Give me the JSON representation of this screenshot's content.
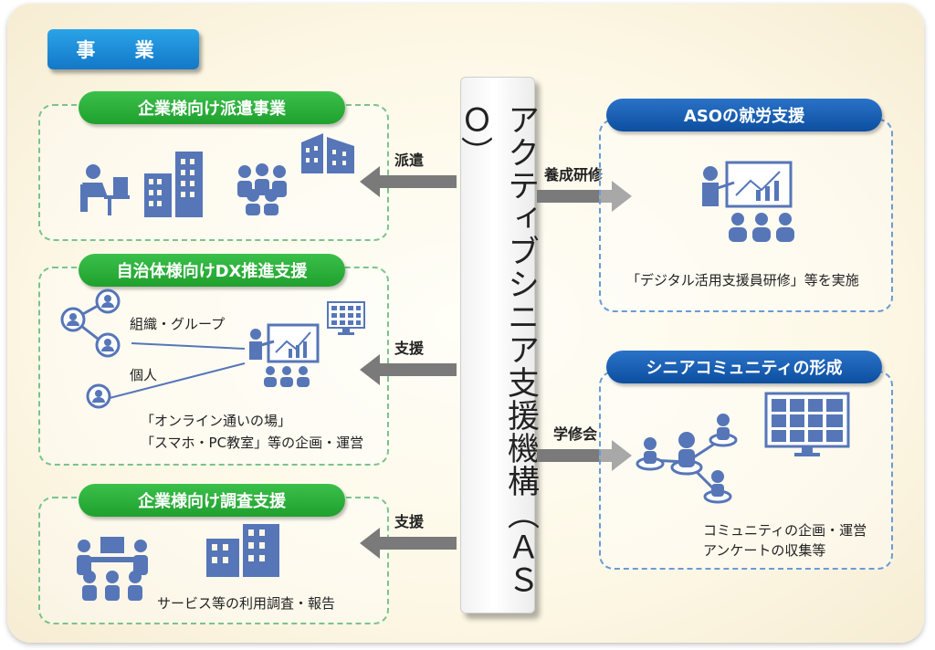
{
  "section_tag": "事 業",
  "central_label": "アクティブシニア支援機構（ＡＳＯ）",
  "left": [
    {
      "title": "企業様向け派遣事業",
      "arrow": "派遣"
    },
    {
      "title": "自治体様向けDX推進支援",
      "arrow": "支援",
      "texts": {
        "group": "組織・グループ",
        "individual": "個人",
        "line1": "「オンライン通いの場」",
        "line2": "「スマホ・PC教室」等の企画・運営"
      }
    },
    {
      "title": "企業様向け調査支援",
      "arrow": "支援",
      "texts": {
        "caption": "サービス等の利用調査・報告"
      }
    }
  ],
  "right": [
    {
      "title": "ASOの就労支援",
      "arrow": "養成研修",
      "texts": {
        "caption": "「デジタル活用支援員研修」等を実施"
      }
    },
    {
      "title": "シニアコミュニティの形成",
      "arrow": "学修会",
      "texts": {
        "line1": "コミュニティの企画・運営",
        "line2": "アンケートの収集等"
      }
    }
  ],
  "colors": {
    "green": "#26a834",
    "blue": "#0f56a8",
    "icon": "#5676b8",
    "arrow": "#7a7a7a"
  }
}
